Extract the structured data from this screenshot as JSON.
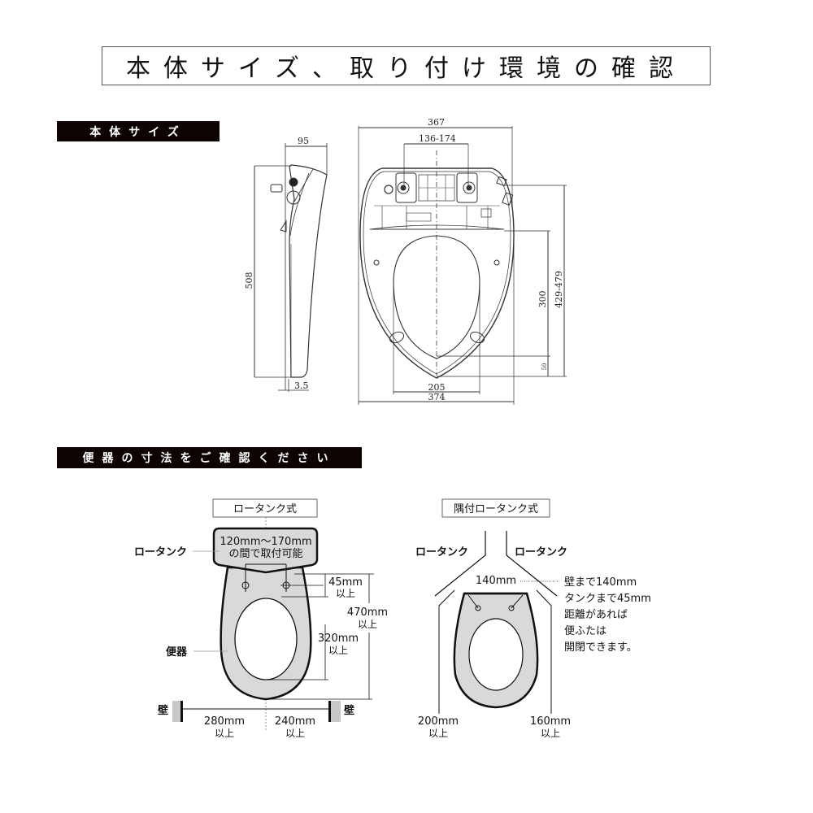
{
  "header": {
    "title": "本体サイズ、取り付け環境の確認"
  },
  "sections": [
    {
      "label": "本体サイズ"
    },
    {
      "label": "便器の寸法をご確認ください"
    }
  ],
  "body_size": {
    "side_view": {
      "width_label": "95",
      "height_label": "508",
      "bottom_offset_label": "3.5"
    },
    "top_view": {
      "overall_width_top": "367",
      "mount_spacing": "136-174",
      "seat_opening_length": "300",
      "mount_to_tip": "429-479",
      "tip_offset": "50",
      "opening_width": "205",
      "overall_width_bottom": "374"
    }
  },
  "toilet_check": {
    "low_tank": {
      "box_label": "ロータンク式",
      "tank_label": "ロータンク",
      "tank_note_line1": "120mm〜170mm",
      "tank_note_line2": "の間で取付可能",
      "bowl_label": "便器",
      "dim_45": "45mm",
      "dim_45_sub": "以上",
      "dim_470": "470mm",
      "dim_470_sub": "以上",
      "dim_320": "320mm",
      "dim_320_sub": "以上",
      "wall_left": "壁",
      "wall_right": "壁",
      "dim_280": "280mm",
      "dim_280_sub": "以上",
      "dim_240": "240mm",
      "dim_240_sub": "以上"
    },
    "corner_tank": {
      "box_label": "隅付ロータンク式",
      "tank_left_label": "ロータンク",
      "tank_right_label": "ロータンク",
      "dim_140": "140mm",
      "note_lines": [
        "壁まで140mm",
        "タンクまで45mm",
        "距離があれば",
        "便ふたは",
        "開閉できます。"
      ],
      "dim_200": "200mm",
      "dim_200_sub": "以上",
      "dim_160": "160mm",
      "dim_160_sub": "以上"
    }
  }
}
